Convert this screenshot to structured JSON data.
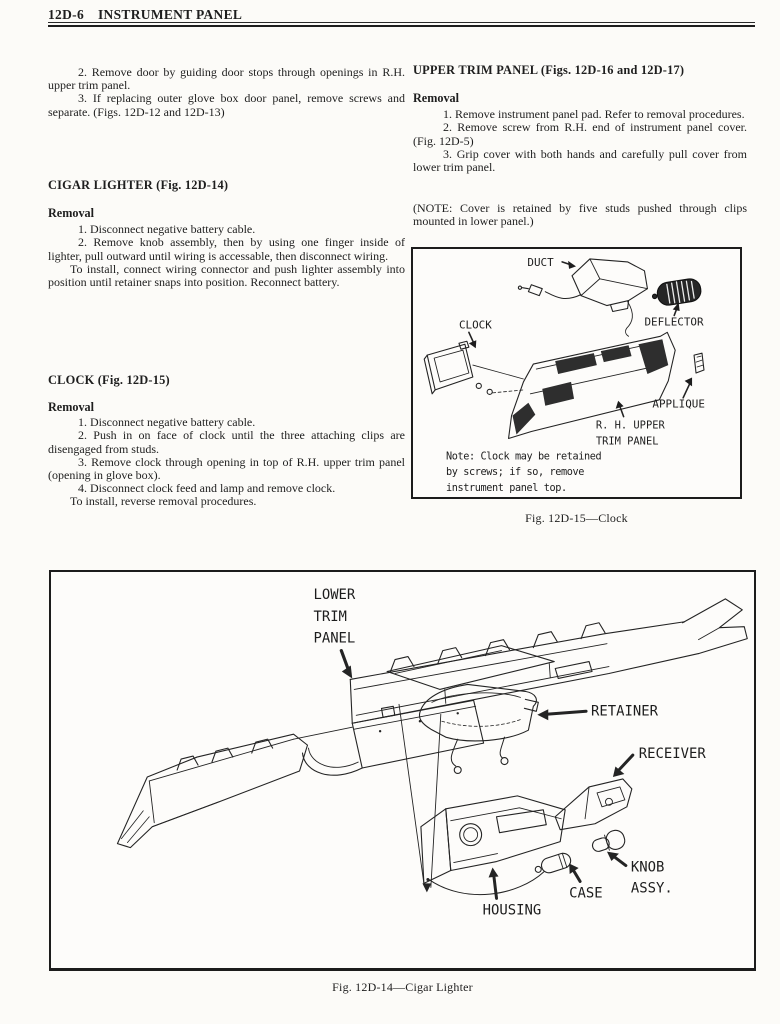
{
  "header": {
    "page_code": "12D-6",
    "section_title": "INSTRUMENT PANEL"
  },
  "left_column": {
    "intro_steps": [
      "2. Remove door by guiding door stops through openings in R.H. upper trim panel.",
      "3. If replacing outer glove box door panel, remove screws and separate. (Figs. 12D-12 and 12D-13)"
    ],
    "cigar_lighter": {
      "heading": "CIGAR LIGHTER (Fig. 12D-14)",
      "subheading": "Removal",
      "steps": [
        "1. Disconnect negative battery cable.",
        "2. Remove knob assembly, then by using one finger inside of lighter, pull outward until wiring is accessable, then disconnect wiring."
      ],
      "install_note": "To install, connect wiring connector and push lighter assembly into position until retainer snaps into position. Reconnect battery."
    },
    "clock": {
      "heading": "CLOCK (Fig. 12D-15)",
      "subheading": "Removal",
      "steps": [
        "1. Disconnect negative battery cable.",
        "2. Push in on face of clock until the three attaching clips are disengaged from studs.",
        "3. Remove clock through opening in top of R.H. upper trim panel (opening in glove box).",
        "4. Disconnect clock feed and lamp and remove clock."
      ],
      "install_note": "To install, reverse removal procedures."
    }
  },
  "right_column": {
    "upper_trim_panel": {
      "heading": "UPPER TRIM PANEL (Figs. 12D-16 and 12D-17)",
      "subheading": "Removal",
      "steps": [
        "1. Remove instrument panel pad. Refer to removal procedures.",
        "2. Remove screw from R.H. end of instrument panel cover. (Fig. 12D-5)",
        "3. Grip cover with both hands and carefully pull cover from lower trim panel."
      ],
      "note": "(NOTE: Cover is retained by five studs pushed through clips mounted in lower panel.)"
    }
  },
  "fig_clock": {
    "labels": {
      "duct": "DUCT",
      "deflector": "DEFLECTOR",
      "clock": "CLOCK",
      "applique": "APPLIQUE",
      "panel_line1": "R. H. UPPER",
      "panel_line2": "TRIM PANEL"
    },
    "note_lines": [
      "Note: Clock may be retained",
      "by screws; if so, remove",
      "instrument panel top."
    ],
    "caption": "Fig. 12D-15—Clock"
  },
  "fig_cigar": {
    "labels": {
      "lower_trim_line1": "LOWER",
      "lower_trim_line2": "TRIM",
      "lower_trim_line3": "PANEL",
      "retainer": "RETAINER",
      "receiver": "RECEIVER",
      "knob_line1": "KNOB",
      "knob_line2": "ASSY.",
      "case": "CASE",
      "housing": "HOUSING"
    },
    "caption": "Fig. 12D-14—Cigar Lighter"
  }
}
